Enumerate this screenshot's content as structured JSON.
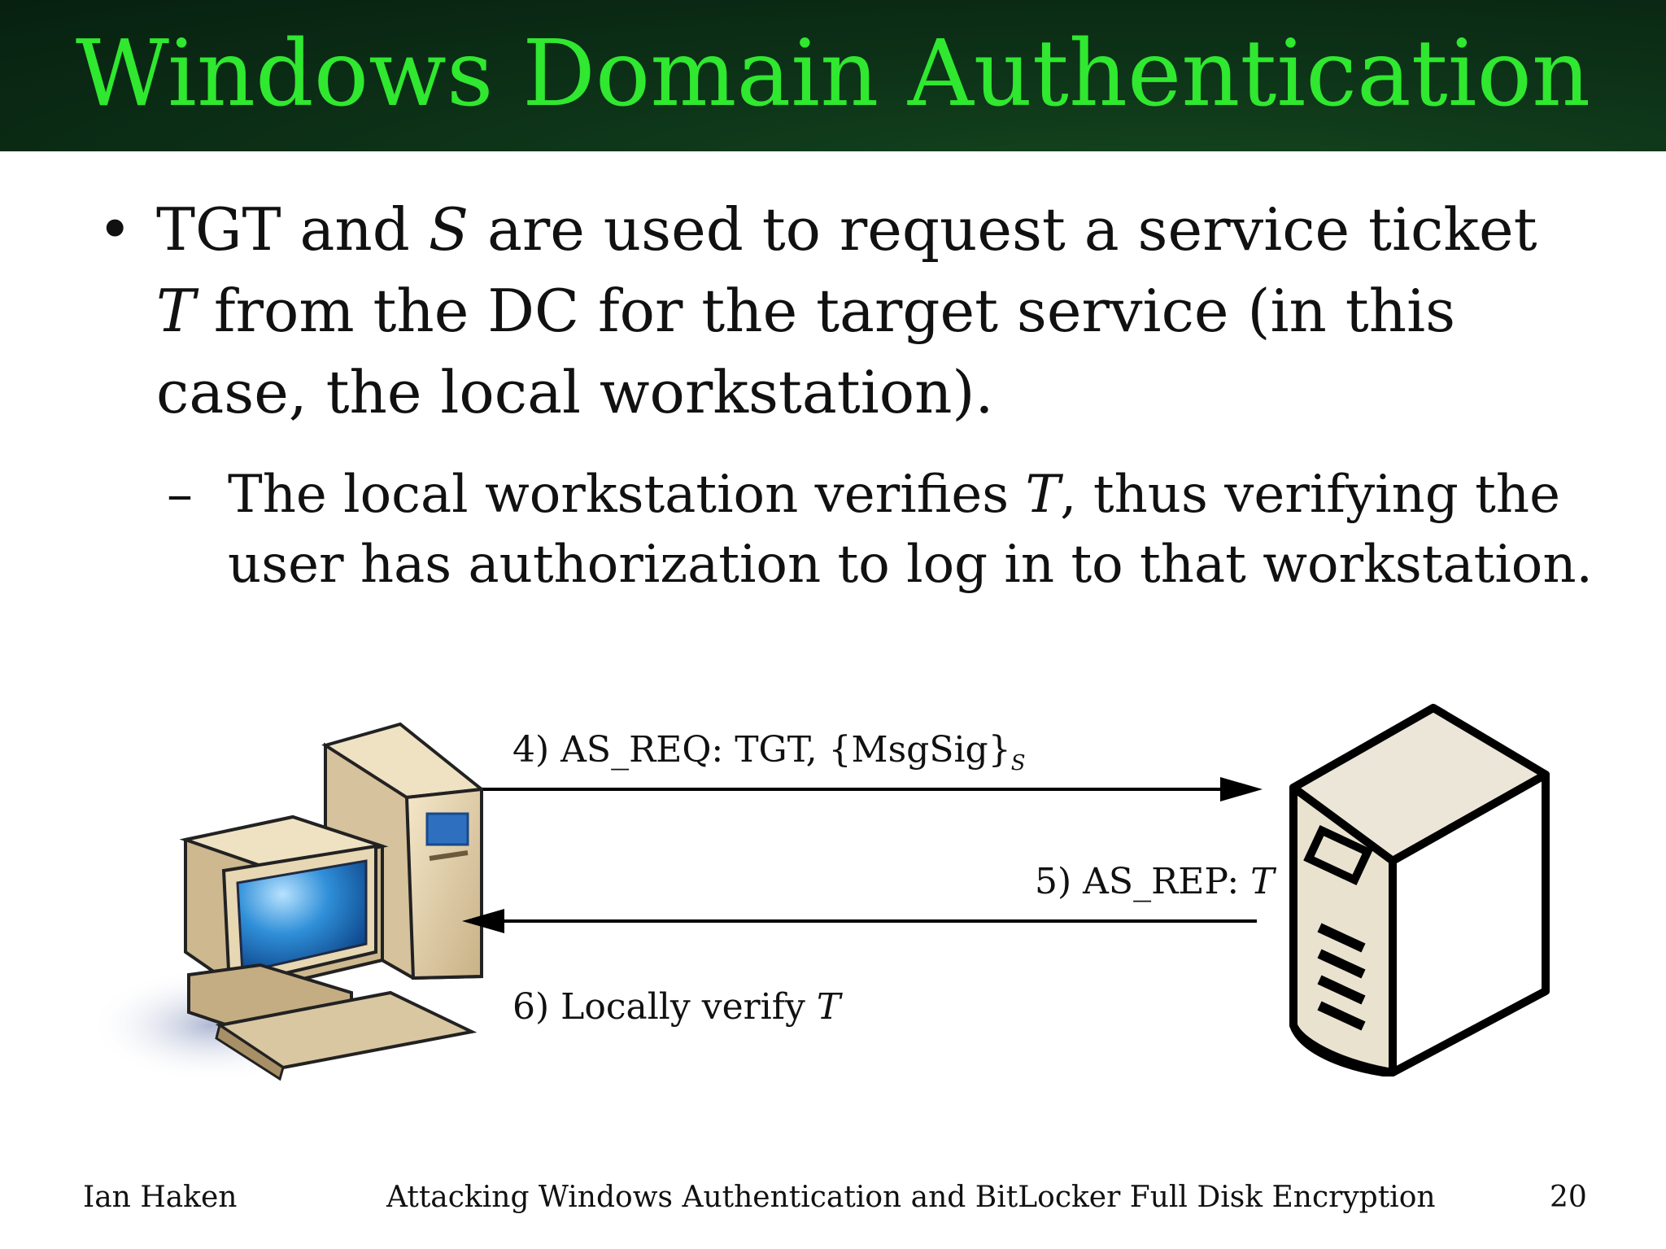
{
  "slide": {
    "title": "Windows Domain Authentication",
    "bullet": {
      "marker": "•",
      "part1": "TGT and ",
      "var_s": "S",
      "part2": " are used to request a service ticket ",
      "var_t": "T",
      "part3": " from the DC for the target service (in this case, the local workstation)."
    },
    "subbullet": {
      "marker": "–",
      "part1": "The local workstation verifies ",
      "var_t": "T",
      "part2": ", thus verifying the user has authorization to log in to that workstation."
    }
  },
  "diagram": {
    "step4_prefix": "4) AS_REQ: TGT, {MsgSig}",
    "step4_sub": "S",
    "step5_prefix": "5) AS_REP: ",
    "step5_var": "T",
    "step6_prefix": "6) Locally verify ",
    "step6_var": "T",
    "left_icon": "workstation-computer-icon",
    "right_icon": "server-tower-icon"
  },
  "footer": {
    "author": "Ian Haken",
    "talk_title": "Attacking Windows Authentication and BitLocker Full Disk Encryption",
    "page_number": "20"
  },
  "colors": {
    "title_green": "#2fe82f",
    "title_bar": "#0d3318",
    "server_fill": "#ece6d8"
  }
}
